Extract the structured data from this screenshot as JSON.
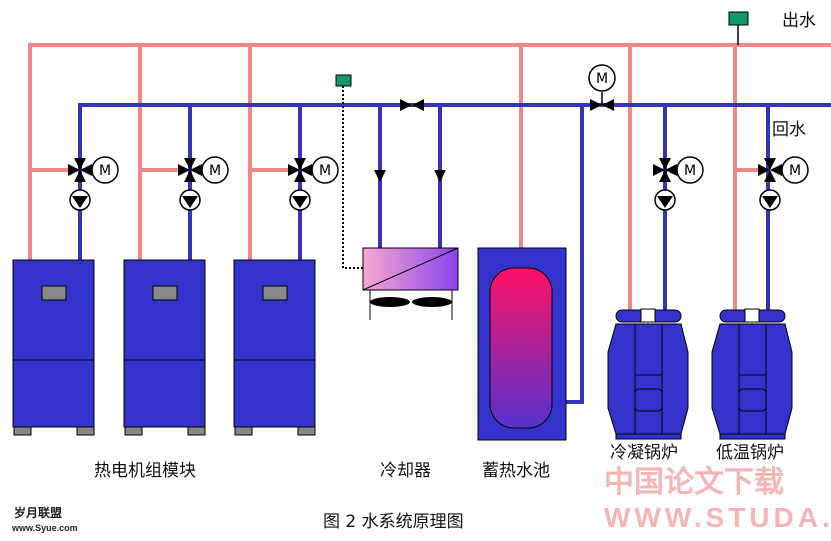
{
  "labels": {
    "supply_water": "出水",
    "return_water": "回水",
    "chp_modules": "热电机组模块",
    "cooler": "冷却器",
    "storage_tank": "蓄热水池",
    "condensing_boiler": "冷凝锅炉",
    "low_temp_boiler": "低温锅炉"
  },
  "caption": "图 2  水系统原理图",
  "watermarks": {
    "left_top": "岁月联盟",
    "left_bottom": "www.Syue.com",
    "right_top": "中国论文下载",
    "right_bottom": "WWW.STUDA."
  },
  "motor_symbol": "M",
  "colors": {
    "supply_pipe": "#ee8888",
    "return_pipe": "#3333bb",
    "equipment": "#3333cc",
    "sensor": "#119966"
  }
}
